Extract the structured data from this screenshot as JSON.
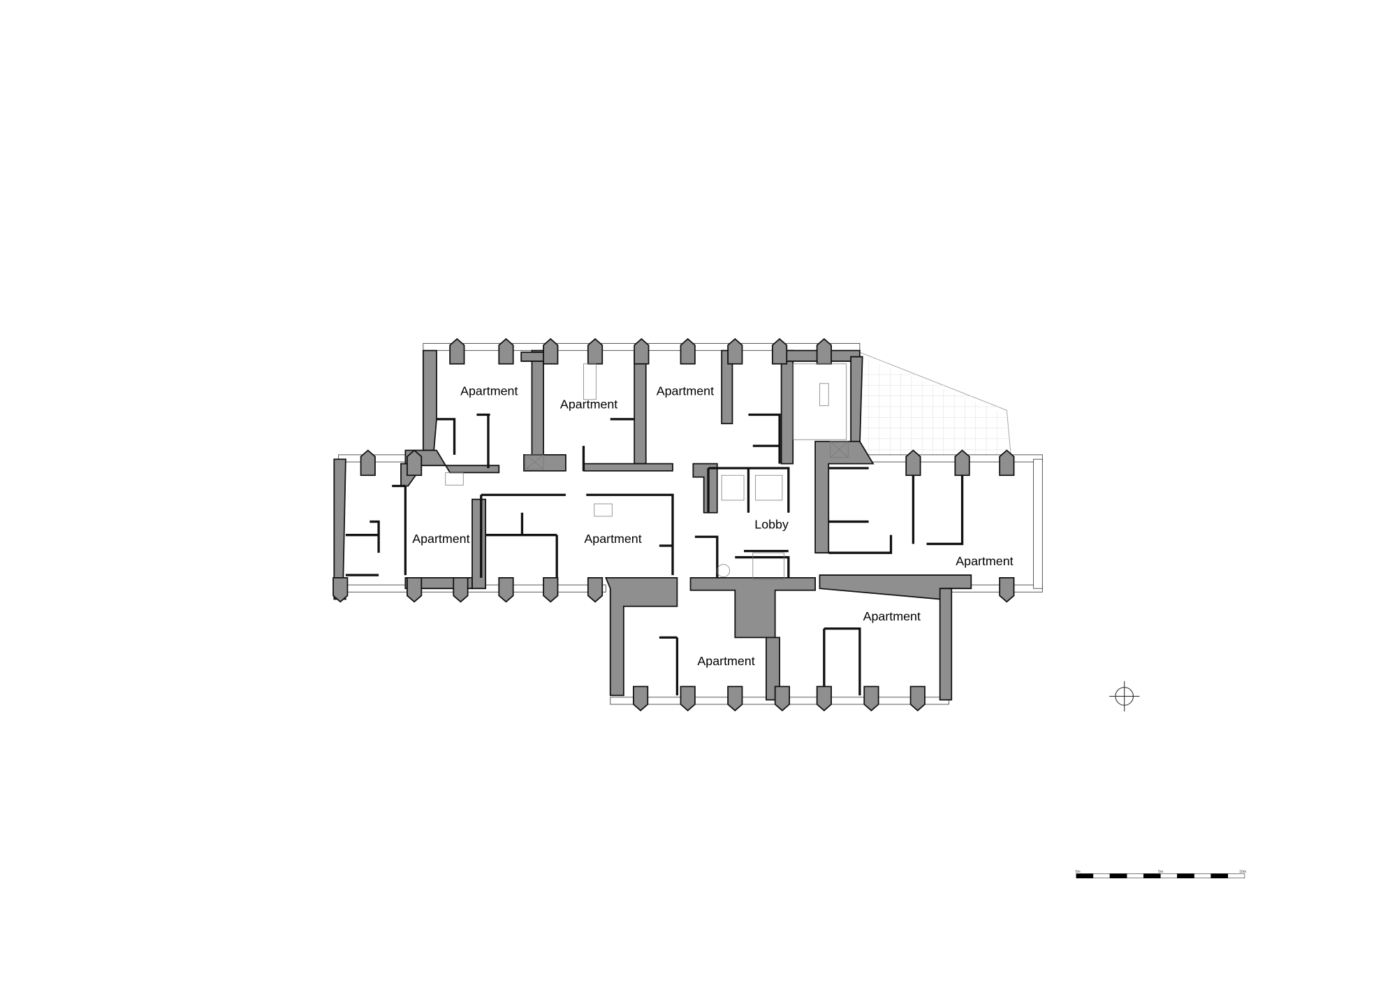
{
  "plan": {
    "rooms": [
      {
        "label": "Apartment"
      },
      {
        "label": "Apartment"
      },
      {
        "label": "Apartment"
      },
      {
        "label": "Apartment"
      },
      {
        "label": "Apartment"
      },
      {
        "label": "Apartment"
      },
      {
        "label": "Apartment"
      },
      {
        "label": "Apartment"
      }
    ],
    "lobby": {
      "label": "Lobby"
    },
    "scale_bar": {
      "labels": [
        "0m",
        "5m",
        "10m"
      ]
    },
    "north_marker": "crosshair-north-icon",
    "colors": {
      "wall_fill": "#8f8f8f",
      "line": "#111111",
      "background": "#ffffff"
    }
  }
}
